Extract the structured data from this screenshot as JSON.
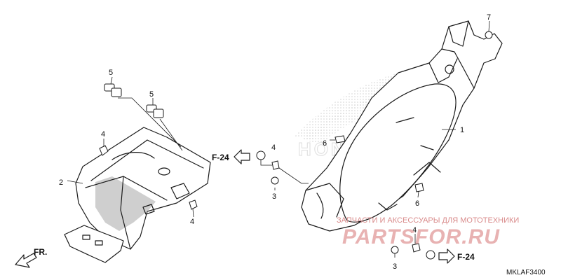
{
  "callouts": [
    {
      "label": "1"
    },
    {
      "label": "2"
    },
    {
      "label": "3"
    },
    {
      "label": "3"
    },
    {
      "label": "4"
    },
    {
      "label": "4"
    },
    {
      "label": "4"
    },
    {
      "label": "4"
    },
    {
      "label": "5"
    },
    {
      "label": "5"
    },
    {
      "label": "6"
    },
    {
      "label": "6"
    },
    {
      "label": "7"
    }
  ],
  "references": [
    {
      "label": "F-24"
    },
    {
      "label": "F-24"
    }
  ],
  "front_indicator": "FR.",
  "diagram_code": "MKLAF3400",
  "watermark": {
    "caption": "ЗАПЧАСТИ И АКСЕССУАРЫ ДЛЯ МОТОТЕХНИКИ",
    "brand": "PARTSFOR.RU",
    "logo_text": "HONDA"
  }
}
